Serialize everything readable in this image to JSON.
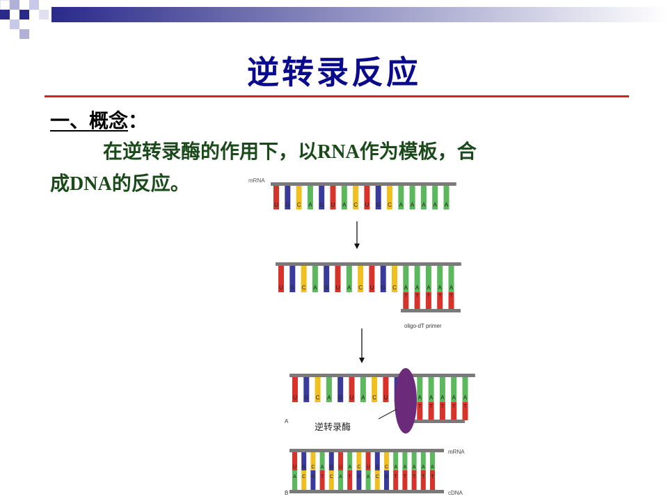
{
  "slide": {
    "title": "逆转录反应",
    "heading_number": "一、",
    "heading_label": "概念",
    "heading_colon": "：",
    "body_line1_a": "在逆转录酶的作用下，以",
    "body_line1_rna": "RNA",
    "body_line1_b": "作为模板，合",
    "body_line2_a": "成",
    "body_line2_dna": "DNA",
    "body_line2_b": "的反应。"
  },
  "colors": {
    "title": "#0a0a8c",
    "rule": "#d62020",
    "body_text": "#1a4a1a",
    "base_U": "#d8332a",
    "base_G": "#3a3a9c",
    "base_C": "#f0c020",
    "base_A": "#5cb85c",
    "base_T": "#d8332a",
    "enzyme": "#6b2a7a",
    "backbone": "#7a7a7a"
  },
  "figure": {
    "mrna_label": "mRNA",
    "mrna_sequence": [
      "U",
      "G",
      "C",
      "A",
      "G",
      "U",
      "A",
      "C",
      "U",
      "G",
      "C",
      "A",
      "A",
      "A",
      "A",
      "A"
    ],
    "primer_sequence": [
      "T",
      "T",
      "T",
      "T",
      "T"
    ],
    "primer_label": "oligo-dT primer",
    "enzyme_label": "逆转录酶",
    "panel_a_label": "A",
    "panel_b_label": "B",
    "panel_b_mrna_label": "mRNA",
    "panel_b_cdna_label": "cDNA",
    "panel_b_top_sequence": [
      "U",
      "G",
      "C",
      "A",
      "G",
      "U",
      "A",
      "C",
      "U",
      "G",
      "C",
      "A",
      "A",
      "A",
      "A",
      "A"
    ],
    "panel_b_bottom_sequence": [
      "A",
      "C",
      "G",
      "T",
      "C",
      "A",
      "T",
      "G",
      "A",
      "C",
      "G",
      "T",
      "T",
      "T",
      "T",
      "T"
    ]
  }
}
